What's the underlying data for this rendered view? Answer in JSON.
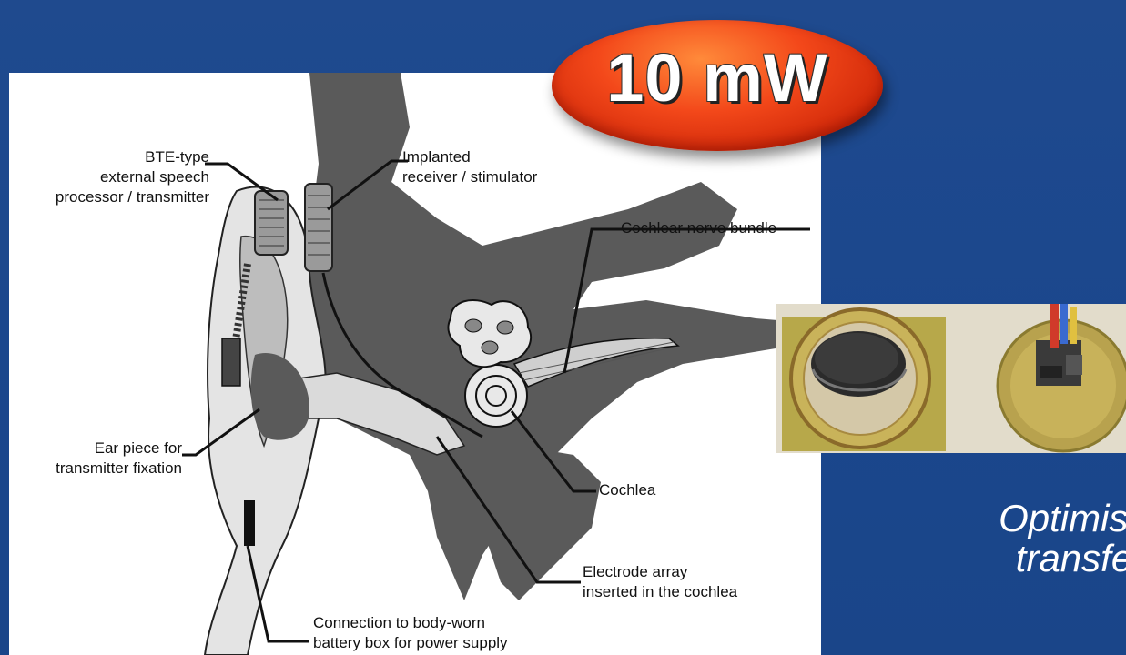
{
  "badge": {
    "text": "10 mW"
  },
  "diagram": {
    "labels": {
      "bte_line1": "BTE-type",
      "bte_line2": "external speech",
      "bte_line3": "processor / transmitter",
      "implant_line1": "Implanted",
      "implant_line2": "receiver / stimulator",
      "nerve": "Cochlear nerve bundle",
      "earpiece_line1": "Ear piece for",
      "earpiece_line2": "transmitter fixation",
      "cochlea": "Cochlea",
      "electrode_line1": "Electrode array",
      "electrode_line2": "inserted in the cochlea",
      "connection_line1": "Connection to body-worn",
      "connection_line2": "battery box for power supply"
    }
  },
  "caption": {
    "line1": "Optimisa",
    "line2": "transfe"
  },
  "colors": {
    "background": "#1b478d",
    "badge": "#f3481a",
    "anatomy_dark": "#555555",
    "anatomy_light": "#d9d9d9"
  }
}
